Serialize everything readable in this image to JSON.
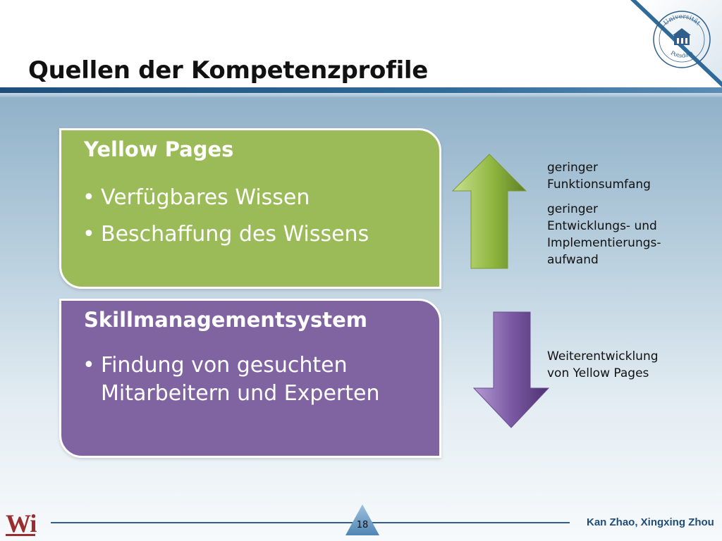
{
  "slide": {
    "title": "Quellen der Kompetenzprofile",
    "page_number": "18"
  },
  "boxes": {
    "yellow_pages": {
      "title": "Yellow Pages",
      "bullets": [
        "Verfügbares Wissen",
        "Beschaffung des Wissens"
      ]
    },
    "skillmanagement": {
      "title": "Skillmanagementsystem",
      "bullet_line1": "Findung von gesuchten",
      "bullet_line2": "Mitarbeitern und Experten"
    }
  },
  "side_notes": {
    "up_1_line1": "geringer",
    "up_1_line2": "Funktionsumfang",
    "up_2_line1": "geringer",
    "up_2_line2": "Entwicklungs- und",
    "up_2_line3": "Implementierungs-",
    "up_2_line4": "aufwand",
    "down_line1": "Weiterentwicklung",
    "down_line2": "von Yellow Pages"
  },
  "footer": {
    "authors": "Kan Zhao, Xingxing Zhou",
    "logo_text": "Wi"
  },
  "seal": {
    "text_top": "Universität",
    "text_bottom": "Potsdam"
  },
  "colors": {
    "green_box": "#9bbb59",
    "purple_box": "#8064a2",
    "brand_blue": "#1f4c78"
  },
  "icons": {
    "up_arrow": "arrow-up-icon",
    "down_arrow": "arrow-down-icon",
    "seal": "university-seal-icon"
  }
}
